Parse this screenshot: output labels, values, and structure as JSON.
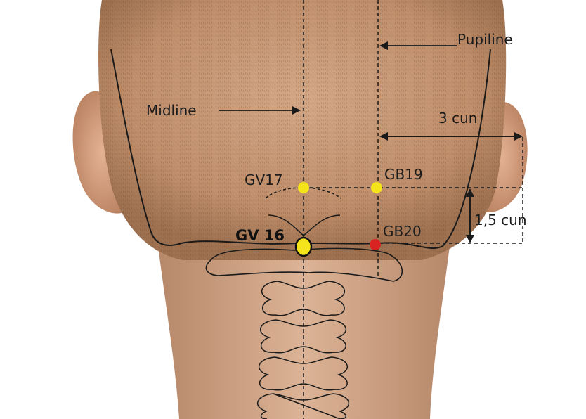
{
  "labels": {
    "pupiline": "Pupiline",
    "midline": "Midline",
    "three_cun": "3 cun",
    "one_five_cun": "1,5 cun",
    "gv17": "GV17",
    "gb19": "GB19",
    "gv16": "GV 16",
    "gb20": "GB20"
  },
  "colors": {
    "background": "#ffffff",
    "skin": "#c79b78",
    "skin_shadow": "#a97a58",
    "ear": "#d9a485",
    "line": "#1a1a1a",
    "point_yellow": "#f5e31b",
    "point_red": "#d92323"
  }
}
